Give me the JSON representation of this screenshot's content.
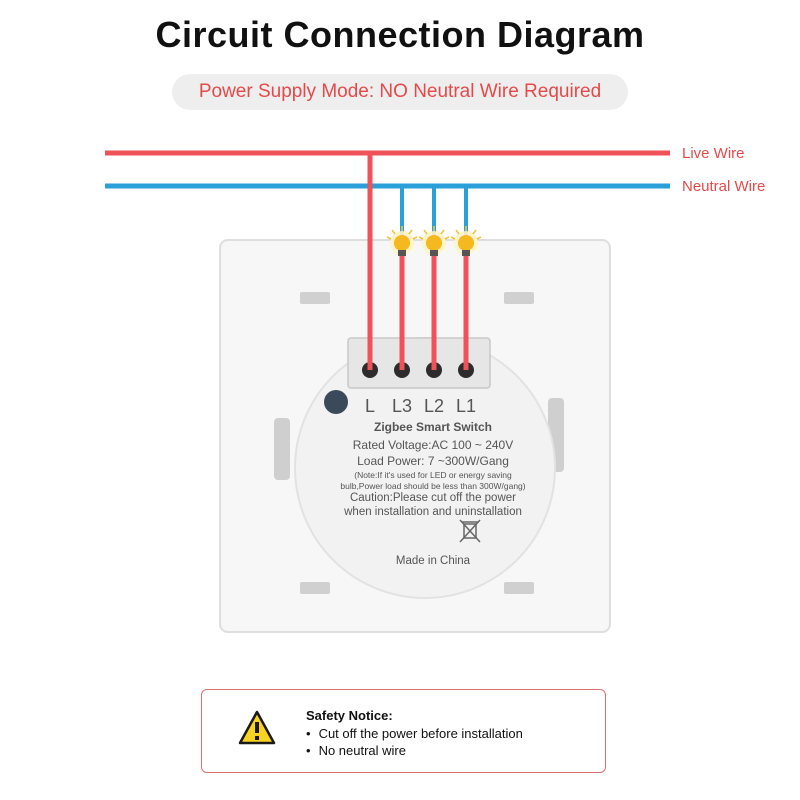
{
  "title": "Circuit Connection Diagram",
  "mode": "Power Supply Mode: NO Neutral Wire Required",
  "wires": {
    "live": "Live Wire",
    "neutral": "Neutral Wire",
    "live_color": "#f0525a",
    "neutral_color": "#2a9fd8"
  },
  "terminals": [
    "L",
    "L3",
    "L2",
    "L1"
  ],
  "module": {
    "name": "Zigbee Smart Switch",
    "rated_voltage": "Rated Voltage:AC 100 ~ 240V",
    "load_power": "Load Power: 7 ~300W/Gang",
    "note_line1": "(Note:If it's used for LED or energy saving",
    "note_line2": "bulb,Power load should be less than 300W/gang)",
    "caution_line1": "Caution:Please cut off the power",
    "caution_line2": "when installation and uninstallation",
    "made_in": "Made in China"
  },
  "safety": {
    "title": "Safety Notice:",
    "items": [
      "Cut off the power before installation",
      "No neutral wire"
    ],
    "icon": "warning-triangle-icon"
  }
}
